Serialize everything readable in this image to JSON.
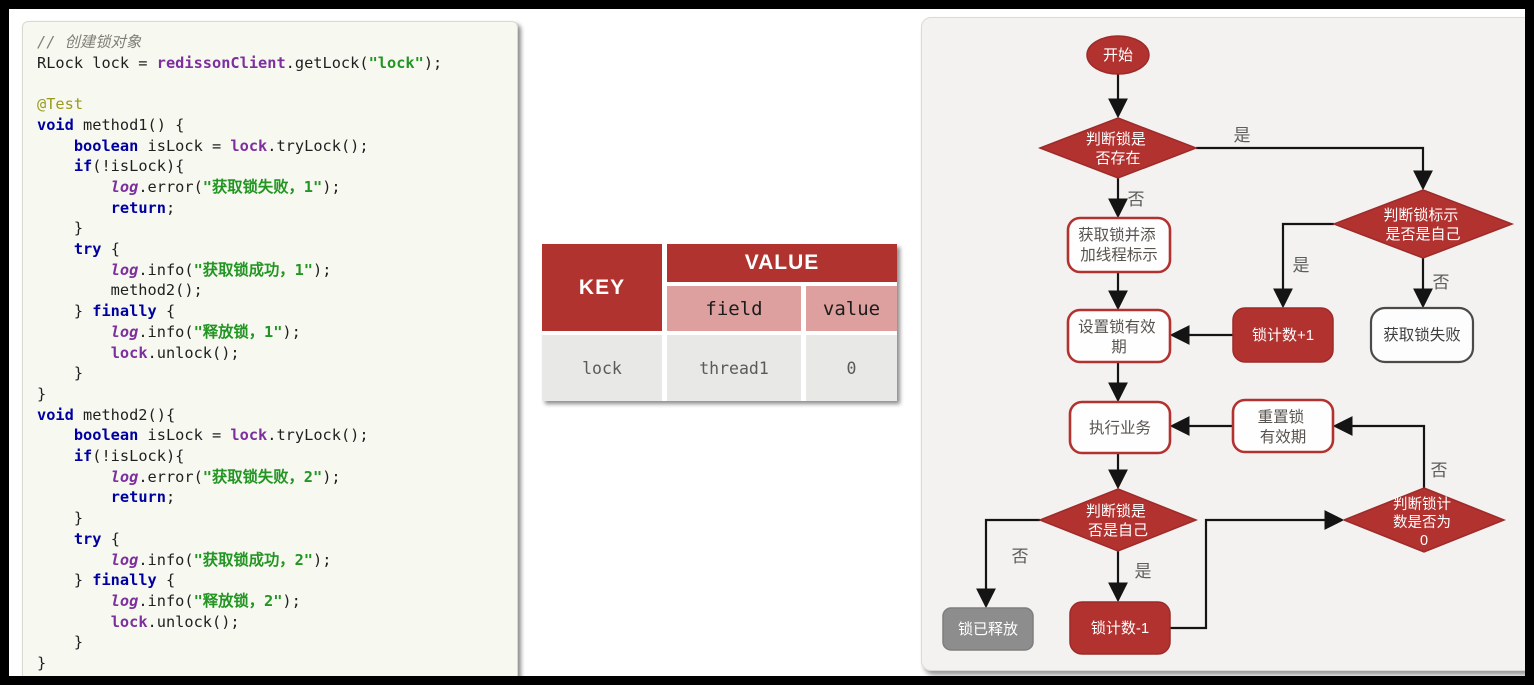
{
  "code_panel": {
    "lines": [
      [
        [
          "c",
          "// 创建锁对象"
        ]
      ],
      [
        [
          "p",
          "RLock lock = "
        ],
        [
          "v",
          "redissonClient"
        ],
        [
          "p",
          ".getLock("
        ],
        [
          "s",
          "\"lock\""
        ],
        [
          "p",
          ");"
        ]
      ],
      [],
      [
        [
          "a",
          "@Test"
        ]
      ],
      [
        [
          "k",
          "void"
        ],
        [
          "p",
          " method1() {"
        ]
      ],
      [
        [
          "p",
          "    "
        ],
        [
          "k",
          "boolean"
        ],
        [
          "p",
          " isLock = "
        ],
        [
          "v",
          "lock"
        ],
        [
          "p",
          ".tryLock();"
        ]
      ],
      [
        [
          "p",
          "    "
        ],
        [
          "k",
          "if"
        ],
        [
          "p",
          "(!isLock){"
        ]
      ],
      [
        [
          "p",
          "        "
        ],
        [
          "f",
          "log"
        ],
        [
          "p",
          ".error("
        ],
        [
          "s",
          "\"获取锁失败，1\""
        ],
        [
          "p",
          ");"
        ]
      ],
      [
        [
          "p",
          "        "
        ],
        [
          "k",
          "return"
        ],
        [
          "p",
          ";"
        ]
      ],
      [
        [
          "p",
          "    }"
        ]
      ],
      [
        [
          "p",
          "    "
        ],
        [
          "k",
          "try"
        ],
        [
          "p",
          " {"
        ]
      ],
      [
        [
          "p",
          "        "
        ],
        [
          "f",
          "log"
        ],
        [
          "p",
          ".info("
        ],
        [
          "s",
          "\"获取锁成功，1\""
        ],
        [
          "p",
          ");"
        ]
      ],
      [
        [
          "p",
          "        method2();"
        ]
      ],
      [
        [
          "p",
          "    } "
        ],
        [
          "k",
          "finally"
        ],
        [
          "p",
          " {"
        ]
      ],
      [
        [
          "p",
          "        "
        ],
        [
          "f",
          "log"
        ],
        [
          "p",
          ".info("
        ],
        [
          "s",
          "\"释放锁，1\""
        ],
        [
          "p",
          ");"
        ]
      ],
      [
        [
          "p",
          "        "
        ],
        [
          "v",
          "lock"
        ],
        [
          "p",
          ".unlock();"
        ]
      ],
      [
        [
          "p",
          "    }"
        ]
      ],
      [
        [
          "p",
          "}"
        ]
      ],
      [
        [
          "k",
          "void"
        ],
        [
          "p",
          " method2(){"
        ]
      ],
      [
        [
          "p",
          "    "
        ],
        [
          "k",
          "boolean"
        ],
        [
          "p",
          " isLock = "
        ],
        [
          "v",
          "lock"
        ],
        [
          "p",
          ".tryLock();"
        ]
      ],
      [
        [
          "p",
          "    "
        ],
        [
          "k",
          "if"
        ],
        [
          "p",
          "(!isLock){"
        ]
      ],
      [
        [
          "p",
          "        "
        ],
        [
          "f",
          "log"
        ],
        [
          "p",
          ".error("
        ],
        [
          "s",
          "\"获取锁失败，2\""
        ],
        [
          "p",
          ");"
        ]
      ],
      [
        [
          "p",
          "        "
        ],
        [
          "k",
          "return"
        ],
        [
          "p",
          ";"
        ]
      ],
      [
        [
          "p",
          "    }"
        ]
      ],
      [
        [
          "p",
          "    "
        ],
        [
          "k",
          "try"
        ],
        [
          "p",
          " {"
        ]
      ],
      [
        [
          "p",
          "        "
        ],
        [
          "f",
          "log"
        ],
        [
          "p",
          ".info("
        ],
        [
          "s",
          "\"获取锁成功，2\""
        ],
        [
          "p",
          ");"
        ]
      ],
      [
        [
          "p",
          "    } "
        ],
        [
          "k",
          "finally"
        ],
        [
          "p",
          " {"
        ]
      ],
      [
        [
          "p",
          "        "
        ],
        [
          "f",
          "log"
        ],
        [
          "p",
          ".info("
        ],
        [
          "s",
          "\"释放锁，2\""
        ],
        [
          "p",
          ");"
        ]
      ],
      [
        [
          "p",
          "        "
        ],
        [
          "v",
          "lock"
        ],
        [
          "p",
          ".unlock();"
        ]
      ],
      [
        [
          "p",
          "    }"
        ]
      ],
      [
        [
          "p",
          "}"
        ]
      ]
    ]
  },
  "redis_table": {
    "key_header": "KEY",
    "value_header": "VALUE",
    "field_header": "field",
    "value_subheader": "value",
    "row": {
      "key": "lock",
      "field": "thread1",
      "value": "0"
    }
  },
  "flowchart": {
    "nodes": {
      "start": "开始",
      "check_exists": [
        "判断锁是",
        "否存在"
      ],
      "acquire_add": [
        "获取锁并添",
        "加线程标示"
      ],
      "set_expiry": [
        "设置锁有效",
        "期"
      ],
      "do_business": "执行业务",
      "check_owner_release": [
        "判断锁是",
        "否是自己"
      ],
      "lock_released": "锁已释放",
      "count_minus": "锁计数-1",
      "check_owner_mark": [
        "判断锁标示",
        "是否是自己"
      ],
      "count_plus": "锁计数+1",
      "acquire_fail": "获取锁失败",
      "reset_expiry": [
        "重置锁",
        "有效期"
      ],
      "check_count_zero": [
        "判断锁计",
        "数是否为",
        "0"
      ]
    },
    "edge_labels": {
      "exists_yes": "是",
      "exists_no": "否",
      "mark_yes": "是",
      "mark_no": "否",
      "count_zero_no": "否",
      "owner_no": "否",
      "owner_yes": "是"
    }
  },
  "colors": {
    "accent_red": "#b23230",
    "pink_subheader": "#dda09e",
    "data_gray": "#e8e8e6",
    "panel_gray": "#f3f2f0",
    "code_bg": "#f7f9f1"
  }
}
